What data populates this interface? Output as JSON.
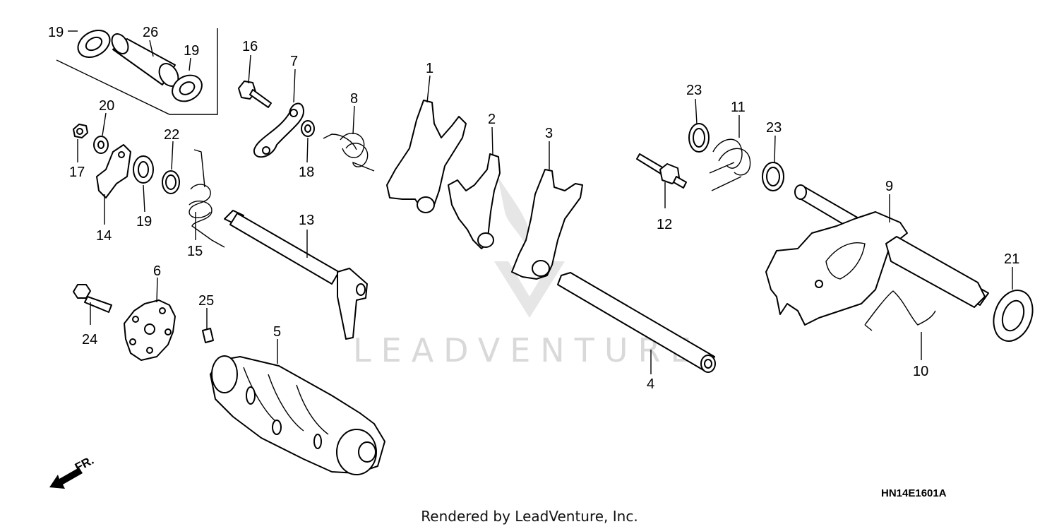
{
  "watermark": {
    "text": "LEADVENTURE"
  },
  "footer": {
    "text": "Rendered by LeadVenture, Inc."
  },
  "diagram_code": "HN14E1601A",
  "front_indicator": {
    "label": "FR."
  },
  "callouts": [
    {
      "id": "c19a",
      "label": "19"
    },
    {
      "id": "c26",
      "label": "26"
    },
    {
      "id": "c19b",
      "label": "19"
    },
    {
      "id": "c20",
      "label": "20"
    },
    {
      "id": "c17",
      "label": "17"
    },
    {
      "id": "c14",
      "label": "14"
    },
    {
      "id": "c22",
      "label": "22"
    },
    {
      "id": "c19c",
      "label": "19"
    },
    {
      "id": "c15",
      "label": "15"
    },
    {
      "id": "c16",
      "label": "16"
    },
    {
      "id": "c7",
      "label": "7"
    },
    {
      "id": "c18",
      "label": "18"
    },
    {
      "id": "c8",
      "label": "8"
    },
    {
      "id": "c13",
      "label": "13"
    },
    {
      "id": "c1",
      "label": "1"
    },
    {
      "id": "c2",
      "label": "2"
    },
    {
      "id": "c3",
      "label": "3"
    },
    {
      "id": "c6",
      "label": "6"
    },
    {
      "id": "c24",
      "label": "24"
    },
    {
      "id": "c25",
      "label": "25"
    },
    {
      "id": "c5",
      "label": "5"
    },
    {
      "id": "c4",
      "label": "4"
    },
    {
      "id": "c23a",
      "label": "23"
    },
    {
      "id": "c11",
      "label": "11"
    },
    {
      "id": "c23b",
      "label": "23"
    },
    {
      "id": "c12",
      "label": "12"
    },
    {
      "id": "c9",
      "label": "9"
    },
    {
      "id": "c21",
      "label": "21"
    },
    {
      "id": "c10",
      "label": "10"
    }
  ]
}
